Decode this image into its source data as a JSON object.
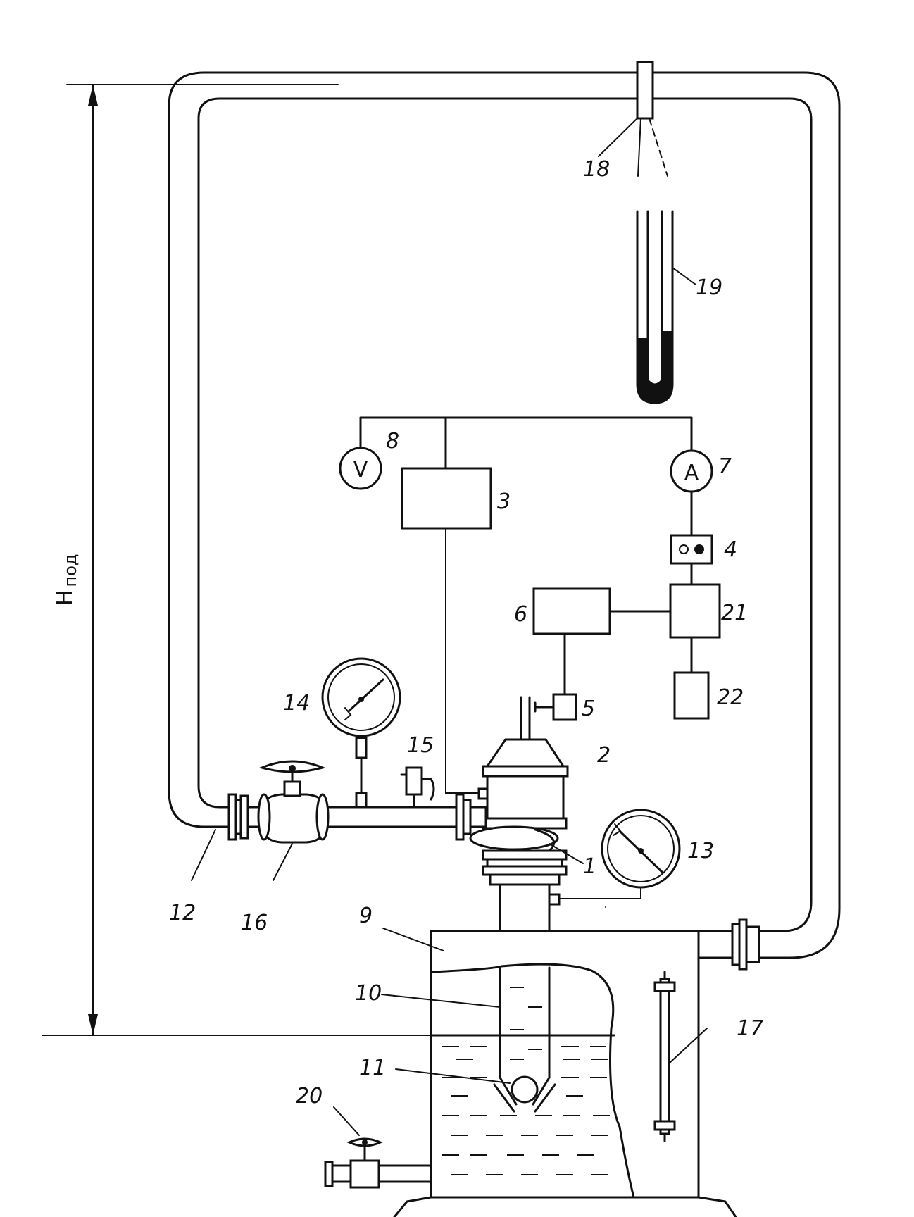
{
  "labels": {
    "n1": "1",
    "n2": "2",
    "n3": "3",
    "n4": "4",
    "n5": "5",
    "n6": "6",
    "n7": "7",
    "n8": "8",
    "n9": "9",
    "n10": "10",
    "n11": "11",
    "n12": "12",
    "n13": "13",
    "n14": "14",
    "n15": "15",
    "n16": "16",
    "n17": "17",
    "n18": "18",
    "n19": "19",
    "n20": "20",
    "n21": "21",
    "n22": "22"
  },
  "instruments": {
    "voltmeter_symbol": "V",
    "ammeter_symbol": "A"
  },
  "dimension": {
    "symbol": "H",
    "subscript": "под"
  }
}
